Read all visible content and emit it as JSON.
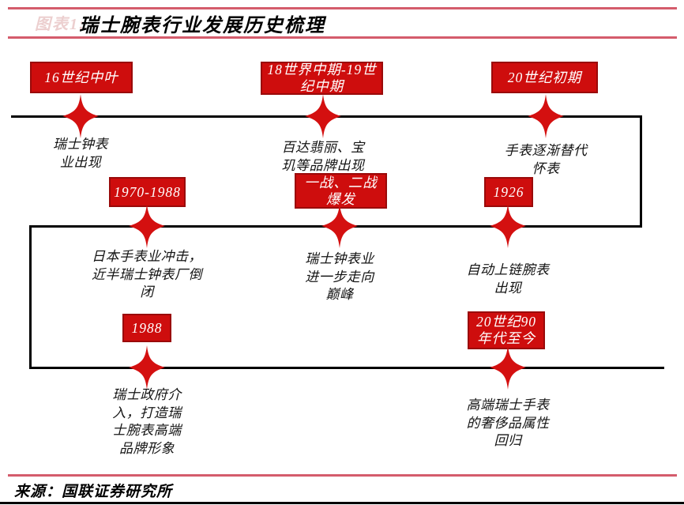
{
  "header": {
    "figure_label": "图表1:",
    "title": "瑞士腕表行业发展历史梳理"
  },
  "timeline": {
    "events": [
      {
        "period": "16世纪中叶",
        "description": "瑞士钟表\n业出现"
      },
      {
        "period": "18世界中期-19世\n纪中期",
        "description": "百达翡丽、宝\n玑等品牌出现"
      },
      {
        "period": "20世纪初期",
        "description": "手表逐渐替代\n怀表"
      },
      {
        "period": "1970-1988",
        "description": "日本手表业冲击，\n近半瑞士钟表厂倒\n闭"
      },
      {
        "period": "一战、二战\n爆发",
        "description": "瑞士钟表业\n进一步走向\n巅峰"
      },
      {
        "period": "1926",
        "description": "自动上链腕表\n出现"
      },
      {
        "period": "1988",
        "description": "瑞士政府介\n入，打造瑞\n士腕表高端\n品牌形象"
      },
      {
        "period": "20世纪90\n年代至今",
        "description": "高端瑞士手表\n的奢侈品属性\n回归"
      }
    ]
  },
  "footer": {
    "source": "来源：国联证券研究所"
  },
  "colors": {
    "accent_red": "#ce0d0d",
    "box_border": "#9a0a0a",
    "rule_pink": "#d45c6c",
    "line_black": "#000000"
  }
}
